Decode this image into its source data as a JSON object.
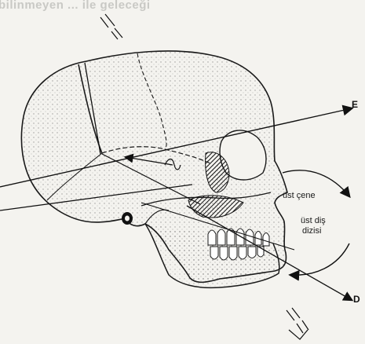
{
  "header_text": "bilinmeyen ... ile geleceği",
  "labels": {
    "upper_jaw": "üst çene",
    "upper_teeth_line1": "üst diş",
    "upper_teeth_line2": "dizisi",
    "arrow_e": "E",
    "arrow_d": "D"
  },
  "colors": {
    "ink": "#1a1a1a",
    "paper": "#f4f3ef",
    "bleed": "#c9c9c5"
  }
}
